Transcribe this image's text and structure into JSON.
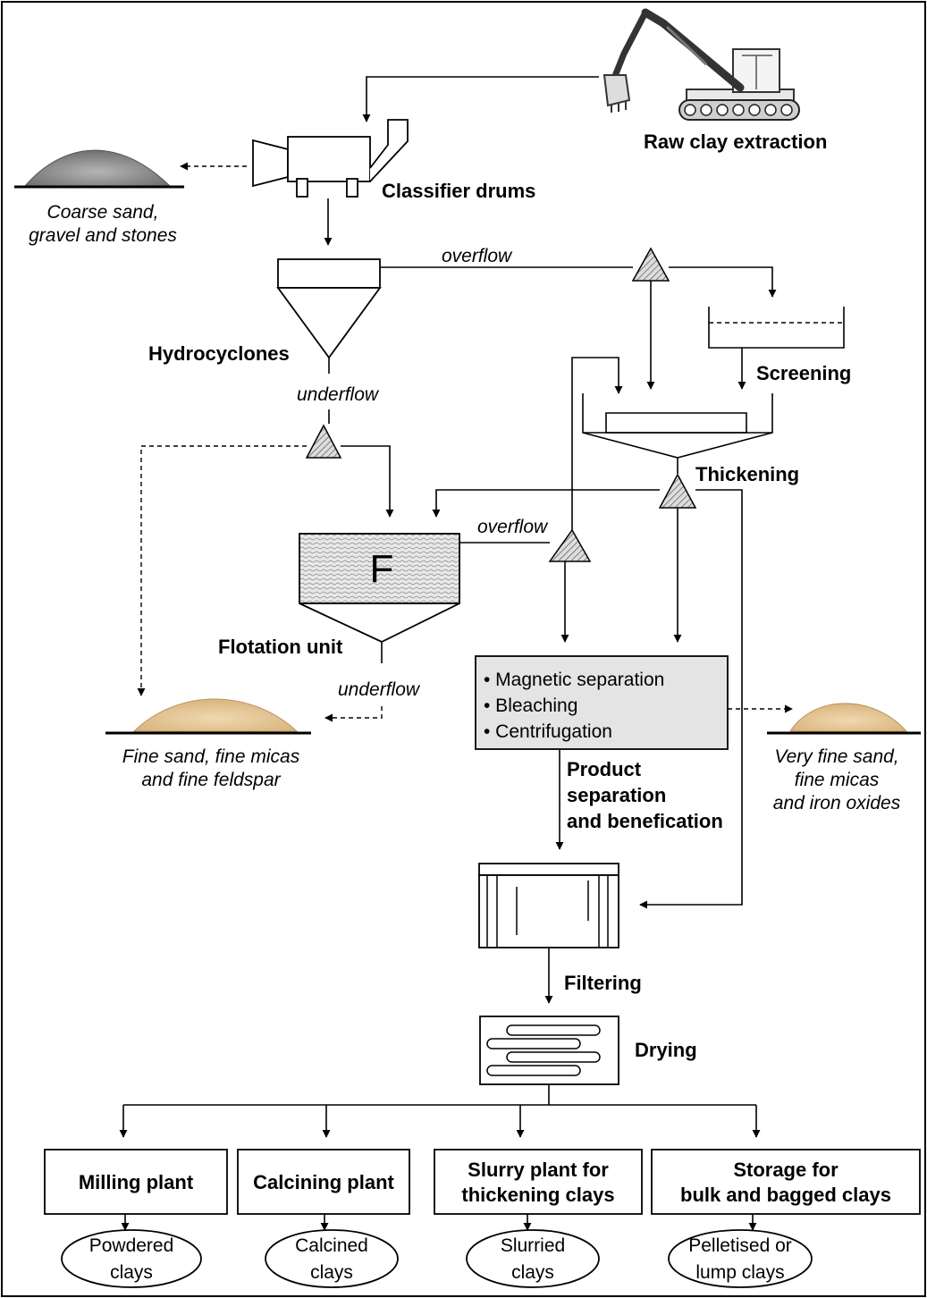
{
  "equipment": {
    "raw_extraction": "Raw clay extraction",
    "classifier": "Classifier drums",
    "hydrocyclones": "Hydrocyclones",
    "screening": "Screening",
    "thickening": "Thickening",
    "flotation_letter": "F",
    "flotation": "Flotation unit",
    "product_sep": [
      "Product",
      "separation",
      "and benefication"
    ],
    "filtering": "Filtering",
    "drying": "Drying"
  },
  "flows": {
    "overflow": "overflow",
    "underflow": "underflow"
  },
  "separation_steps": [
    "• Magnetic separation",
    "• Bleaching",
    "• Centrifugation"
  ],
  "byproducts": {
    "coarse": [
      "Coarse sand,",
      "gravel and stones"
    ],
    "fine": [
      "Fine sand, fine micas",
      "and fine feldspar"
    ],
    "very_fine": [
      "Very fine sand,",
      "fine micas",
      "and iron oxides"
    ]
  },
  "plants": [
    {
      "lines": [
        "Milling plant"
      ],
      "product": [
        "Powdered",
        "clays"
      ]
    },
    {
      "lines": [
        "Calcining plant"
      ],
      "product": [
        "Calcined",
        "clays"
      ]
    },
    {
      "lines": [
        "Slurry plant for",
        "thickening clays"
      ],
      "product": [
        "Slurried",
        "clays"
      ]
    },
    {
      "lines": [
        "Storage for",
        "bulk and bagged clays"
      ],
      "product": [
        "Pelletised or",
        "lump clays"
      ]
    }
  ],
  "colors": {
    "sand": "#e6c79a",
    "gravel": "#8f8f8f",
    "separation_box": "#e4e4e4",
    "hatch": "#7a7a7a"
  }
}
